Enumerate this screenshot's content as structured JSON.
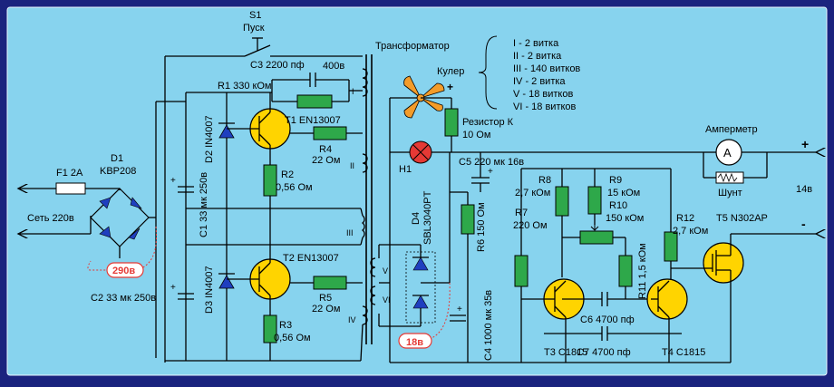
{
  "colors": {
    "border": "#1a237e",
    "panel": "#87d3ee",
    "resistor": "#2ea84a",
    "transistor": "#ffd400",
    "diode": "#1f3fbf",
    "lamp": "#e53935",
    "fan": "#f39c2a",
    "annotation": "#e53935"
  },
  "labels": {
    "f1": "F1 2A",
    "d1": "D1",
    "d1_part": "KBP208",
    "mains": "Сеть 220в",
    "c2": "C2 33 мк 250в",
    "v290": "290в",
    "s1": "S1",
    "start": "Пуск",
    "c3": "C3 2200 пф",
    "c3v": "400в",
    "r1": "R1 330 кОм",
    "d2": "D2 IN4007",
    "c1": "C1 33 мк 250в",
    "t1": "T1 EN13007",
    "r4": "R4",
    "r4v": "22 Ом",
    "r2": "R2",
    "r2v": "0,56 Ом",
    "t2": "T2 EN13007",
    "d3": "D3 IN4007",
    "r5": "R5",
    "r5v": "22 Ом",
    "r3": "R3",
    "r3v": "0,56 Ом",
    "transformer": "Трансформатор",
    "w1": "I - 2 витка",
    "w2": "II - 2 витка",
    "w3": "III - 140 витков",
    "w4": "IV - 2 витка",
    "w5": "V - 18 витков",
    "w6": "VI - 18 витков",
    "cooler": "Кулер",
    "plus": "+",
    "minus": "-",
    "resk": "Резистор К",
    "resk_v": "10 Ом",
    "h1": "H1",
    "c5": "C5 220 мк 16в",
    "d4": "D4",
    "d4_part": "SBL3040PT",
    "r6": "R6 150 Ом",
    "c4": "C4 1000 мк 35в",
    "v18": "18в",
    "wI": "I",
    "wII": "II",
    "wIII": "III",
    "wIV": "IV",
    "wV": "V",
    "wVI": "VI",
    "r8": "R8",
    "r8v": "2,7 кОм",
    "r9": "R9",
    "r9v": "15 кОм",
    "r10": "R10",
    "r10v": "150 кОм",
    "r7": "R7",
    "r7v": "220 Ом",
    "r11": "R11 1,5 кОм",
    "r12": "R12",
    "r12v": "2,7 кОм",
    "c6": "C6 4700 пф",
    "c7": "C7 4700 пф",
    "t3": "T3 C1815",
    "t4": "T4 C1815",
    "t5": "T5 N302AP",
    "ammeter": "Амперметр",
    "ammeter_symbol": "A",
    "shunt": "Шунт",
    "out_v": "14в"
  }
}
